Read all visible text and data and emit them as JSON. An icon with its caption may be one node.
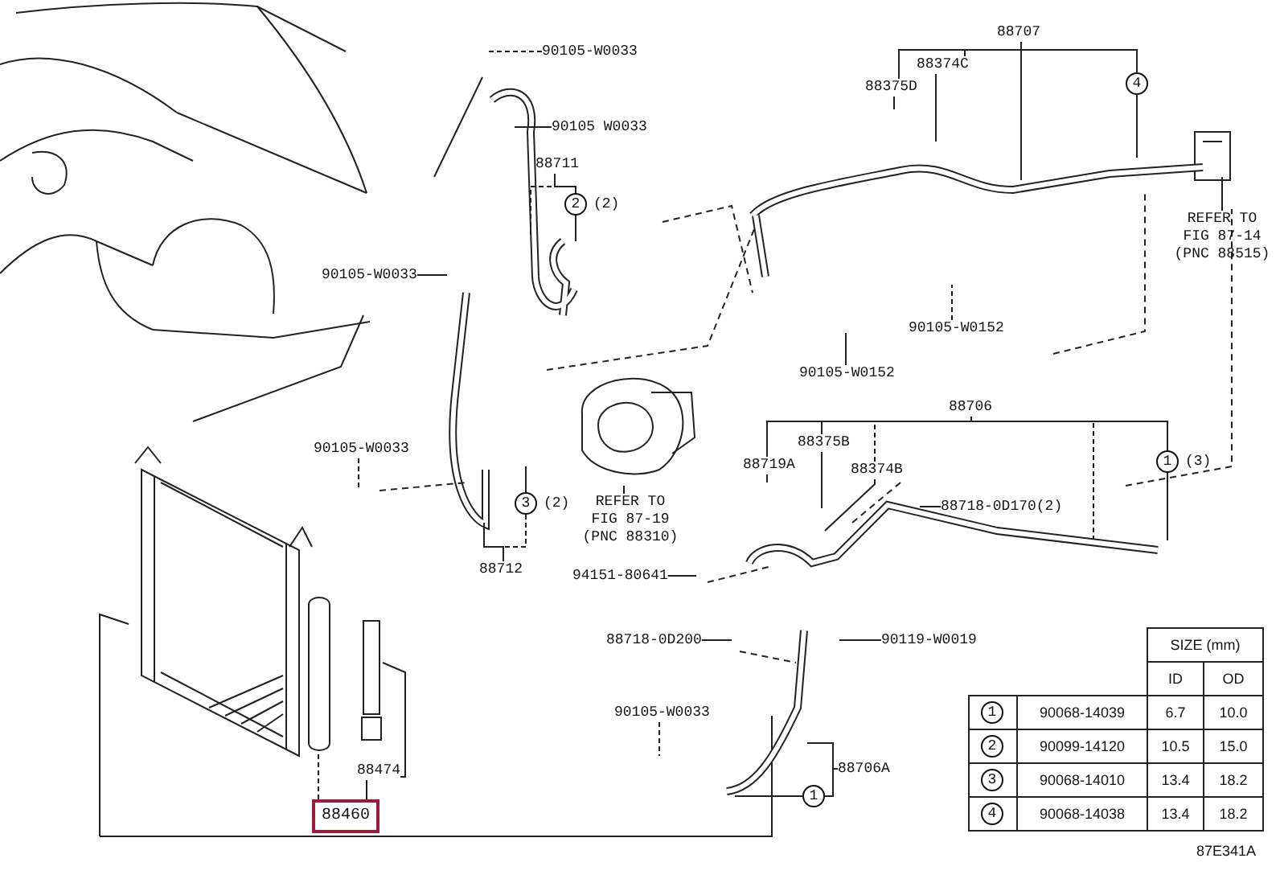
{
  "diagram": {
    "nodes": [
      {
        "text": [
          "90105-W0033"
        ]
      },
      {
        "text": [
          "90105 W0033"
        ]
      },
      {
        "text": [
          "88711"
        ]
      },
      {
        "text": [
          "2"
        ],
        "beside": [
          "(2)"
        ]
      },
      {
        "text": [
          "90105-W0033"
        ]
      },
      {
        "text": [
          "88707"
        ]
      },
      {
        "text": [
          "88374C"
        ]
      },
      {
        "text": [
          "88375D"
        ]
      },
      {
        "text": [
          "4"
        ]
      },
      {
        "text": [
          "REFER TO FIG 87-14 (PNC 88515)"
        ]
      },
      {
        "text": [
          "90105-W0152"
        ]
      },
      {
        "text": [
          "90105-W0152"
        ]
      },
      {
        "text": [
          "90105-W0033"
        ]
      },
      {
        "text": [
          "3"
        ],
        "beside": [
          "(2)"
        ]
      },
      {
        "text": [
          "REFER TO FIG 87-19 (PNC 88310)"
        ]
      },
      {
        "text": [
          "88712"
        ]
      },
      {
        "text": [
          "88706"
        ]
      },
      {
        "text": [
          "88375B"
        ]
      },
      {
        "text": [
          "88719A"
        ]
      },
      {
        "text": [
          "88374B"
        ]
      },
      {
        "text": [
          "88718-0D170(2)"
        ]
      },
      {
        "text": [
          "1"
        ],
        "beside": [
          "(3)"
        ]
      },
      {
        "text": [
          "94151-80641"
        ]
      },
      {
        "text": [
          "88718-0D200"
        ]
      },
      {
        "text": [
          "90119-W0019"
        ]
      },
      {
        "text": [
          "90105-W0033"
        ]
      },
      {
        "text": [
          "88706A"
        ]
      },
      {
        "text": [
          "1"
        ]
      },
      {
        "text": [
          "88474"
        ]
      },
      {
        "text": [
          "88460"
        ]
      },
      {
        "text": [
          "1"
        ]
      },
      {
        "text": [
          "2"
        ]
      },
      {
        "text": [
          "3"
        ]
      },
      {
        "text": [
          "4"
        ]
      }
    ],
    "edges": [
      {
        "from": 0,
        "to": null,
        "arrow": "none",
        "style": "dashed"
      },
      {
        "from": 1,
        "to": null,
        "arrow": "none"
      },
      {
        "from": 2,
        "to": 3,
        "arrow": "none"
      },
      {
        "from": 2,
        "to": null,
        "arrow": "none",
        "style": "dashed"
      },
      {
        "from": 3,
        "to": null,
        "arrow": "none"
      },
      {
        "from": 4,
        "to": null,
        "arrow": "none"
      },
      {
        "from": 5,
        "to": 6,
        "arrow": "none"
      },
      {
        "from": 5,
        "to": 7,
        "arrow": "none"
      },
      {
        "from": 5,
        "to": 8,
        "arrow": "none"
      },
      {
        "from": 5,
        "to": null,
        "arrow": "none"
      },
      {
        "from": 6,
        "to": null,
        "arrow": "none"
      },
      {
        "from": 7,
        "to": null,
        "arrow": "none"
      },
      {
        "from": 8,
        "to": null,
        "arrow": "none"
      },
      {
        "from": 9,
        "to": null,
        "arrow": "none"
      },
      {
        "from": 10,
        "to": null,
        "arrow": "none",
        "style": "dashed"
      },
      {
        "from": 11,
        "to": null,
        "arrow": "none"
      },
      {
        "from": 12,
        "to": null,
        "arrow": "none",
        "style": "dashed"
      },
      {
        "from": 13,
        "to": null,
        "arrow": "none"
      },
      {
        "from": 14,
        "to": null,
        "arrow": "none"
      },
      {
        "from": 15,
        "to": 13,
        "arrow": "none",
        "style": "dashed"
      },
      {
        "from": 15,
        "to": null,
        "arrow": "none"
      },
      {
        "from": 16,
        "to": 18,
        "arrow": "none"
      },
      {
        "from": 16,
        "to": 17,
        "arrow": "none"
      },
      {
        "from": 16,
        "to": 19,
        "arrow": "none",
        "style": "dashed"
      },
      {
        "from": 16,
        "to": 21,
        "arrow": "none"
      },
      {
        "from": 16,
        "to": null,
        "arrow": "none",
        "style": "dashed"
      },
      {
        "from": 17,
        "to": null,
        "arrow": "none"
      },
      {
        "from": 18,
        "to": null,
        "arrow": "none"
      },
      {
        "from": 19,
        "to": null,
        "arrow": "none"
      },
      {
        "from": 20,
        "to": null,
        "arrow": "none"
      },
      {
        "from": 21,
        "to": null,
        "arrow": "none"
      },
      {
        "from": 22,
        "to": null,
        "arrow": "none"
      },
      {
        "from": 23,
        "to": null,
        "arrow": "none"
      },
      {
        "from": 24,
        "to": null,
        "arrow": "none"
      },
      {
        "from": 25,
        "to": null,
        "arrow": "none",
        "style": "dashed"
      },
      {
        "from": 26,
        "to": 27,
        "arrow": "none"
      },
      {
        "from": 26,
        "to": null,
        "arrow": "none"
      },
      {
        "from": 27,
        "to": null,
        "arrow": "none"
      },
      {
        "from": 28,
        "to": null,
        "arrow": "none"
      },
      {
        "from": 29,
        "to": 28,
        "arrow": "none"
      },
      {
        "from": 29,
        "to": null,
        "arrow": "none",
        "style": "dashed"
      }
    ],
    "labels": [
      "SIZE (mm)",
      "ID",
      "OD",
      "90068-14039",
      "6.7",
      "10.0",
      "90099-14120",
      "10.5",
      "15.0",
      "90068-14010",
      "13.4",
      "18.2",
      "90068-14038",
      "13.4",
      "18.2",
      "87E341A"
    ]
  }
}
